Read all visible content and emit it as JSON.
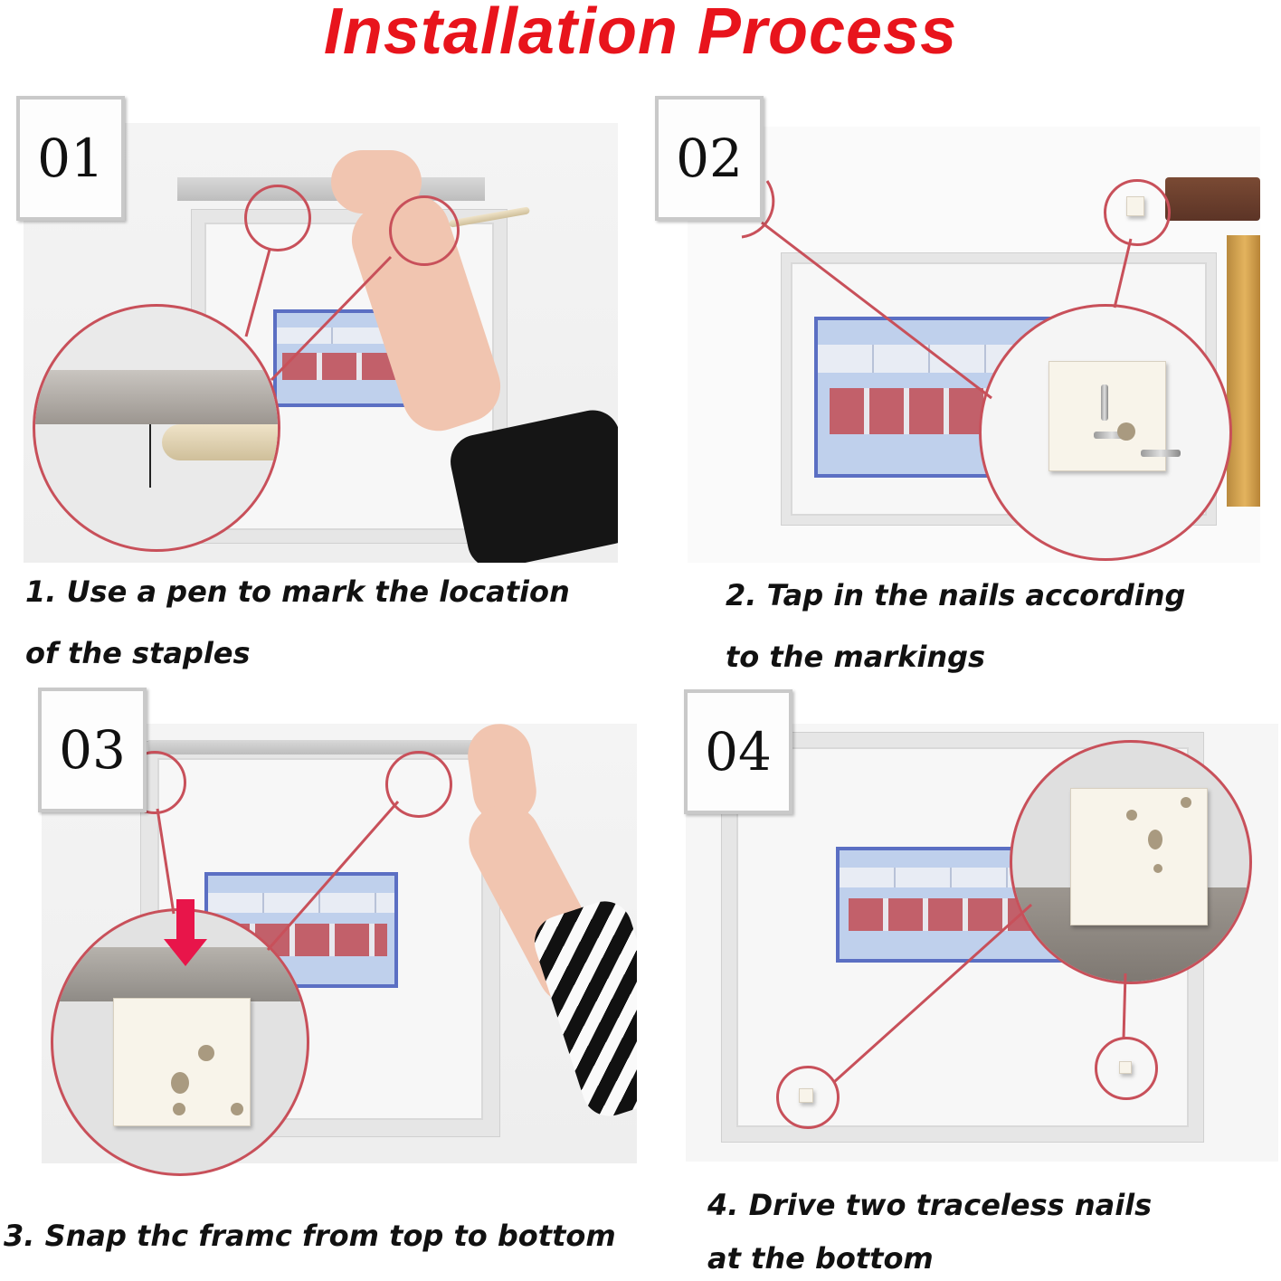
{
  "title": "Installation Process",
  "accent_color": "#e8141c",
  "steps": [
    {
      "number": "01",
      "caption_line1": "1. Use a pen to mark the location",
      "caption_line2": "of the staples"
    },
    {
      "number": "02",
      "caption_line1": "2. Tap in the nails according",
      "caption_line2": "to the markings"
    },
    {
      "number": "03",
      "caption_line1": "3. Snap thc framc from top to bottom"
    },
    {
      "number": "04",
      "caption_line1": "4. Drive two traceless nails",
      "caption_line2": "at the bottom"
    }
  ]
}
